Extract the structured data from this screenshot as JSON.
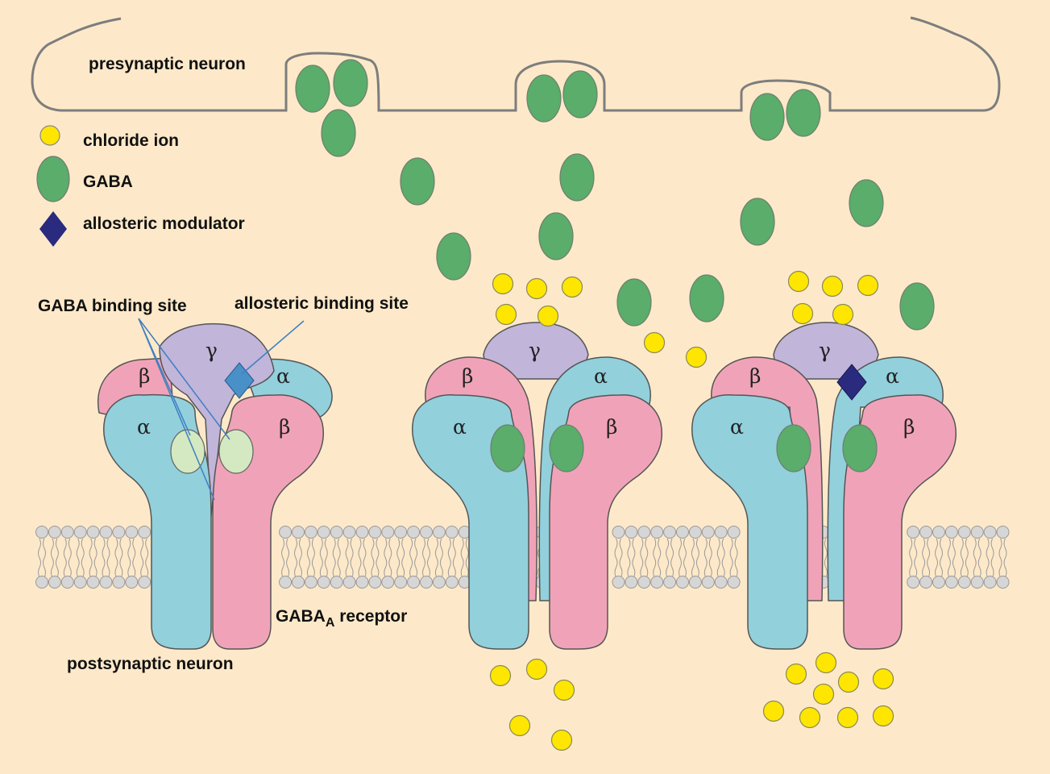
{
  "labels": {
    "presynaptic": "presynaptic neuron",
    "postsynaptic": "postsynaptic neuron",
    "receptor_main": "GABA",
    "receptor_sub": "A",
    "receptor_tail": " receptor",
    "gaba_site": "GABA binding site",
    "allosteric_site": "allosteric binding site"
  },
  "legend": [
    {
      "name": "chloride ion",
      "icon": "chloride-ion-icon",
      "color": "#ffe600"
    },
    {
      "name": "GABA",
      "icon": "gaba-icon",
      "color": "#5aad6a"
    },
    {
      "name": "allosteric modulator",
      "icon": "modulator-icon",
      "color": "#2a2a7e"
    }
  ],
  "subunits": {
    "alpha": "α",
    "beta": "β",
    "gamma": "γ"
  },
  "colors": {
    "background": "#fde9c9",
    "alpha": "#92d0dc",
    "beta": "#f0a3b8",
    "gamma": "#c1b5da",
    "gaba": "#5aad6a",
    "chloride": "#ffe600",
    "modulator": "#2a2a7e",
    "allosteric_site": "#4a90c8",
    "binding_site": "#d4e9c1",
    "membrane": "#d4d4d4"
  },
  "receptors": [
    {
      "state": "resting",
      "gaba_bound": false,
      "modulator_bound": false,
      "channel": "closed"
    },
    {
      "state": "GABA-bound",
      "gaba_bound": true,
      "modulator_bound": false,
      "channel": "open"
    },
    {
      "state": "GABA + modulator bound",
      "gaba_bound": true,
      "modulator_bound": true,
      "channel": "open wider"
    }
  ]
}
